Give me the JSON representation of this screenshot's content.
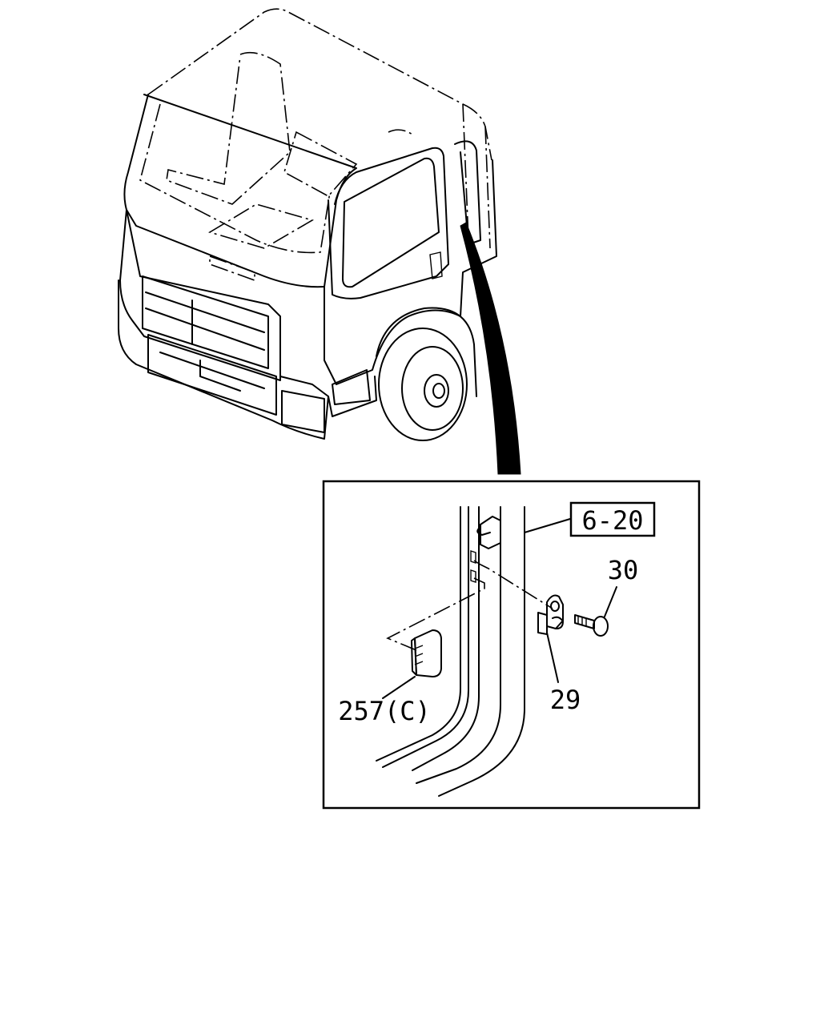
{
  "diagram": {
    "reference_box": "6-20",
    "callouts": [
      {
        "id": "part-30",
        "label": "30"
      },
      {
        "id": "part-29",
        "label": "29"
      },
      {
        "id": "part-257",
        "label": "257(C)"
      }
    ]
  }
}
